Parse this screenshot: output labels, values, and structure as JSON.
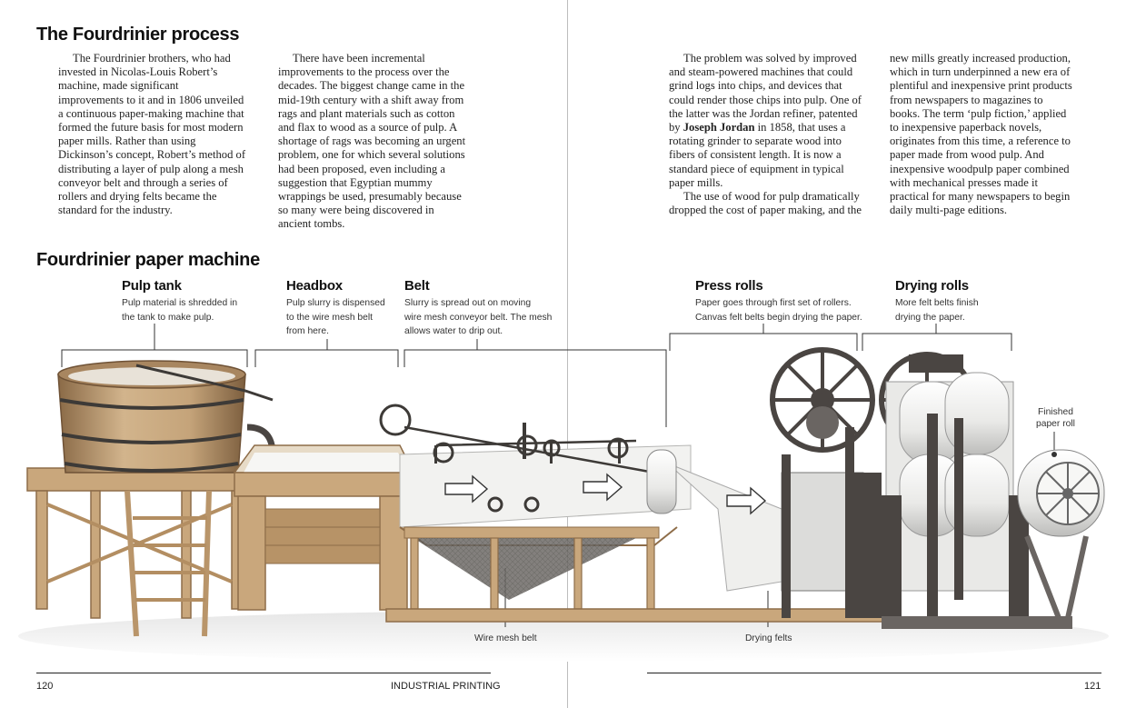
{
  "heading_process": "The Fourdrinier process",
  "heading_machine": "Fourdrinier paper machine",
  "col1": "The Fourdrinier brothers, who had invested in Nicolas-Louis Robert’s machine, made significant improvements to it and in 1806 unveiled a continuous paper-making machine that formed the future basis for most modern paper mills. Rather than using Dickinson’s concept, Robert’s method of distributing a layer of pulp along a mesh conveyor belt and through a series of rollers and drying felts became the standard for the industry.",
  "col2": "There have been incremental improvements to the process over the decades. The biggest change came in the mid-19th century with a shift away from rags and plant materials such as cotton and flax to wood as a source of pulp. A shortage of rags was becoming an urgent problem, one for which several solutions had been proposed, even including a suggestion that Egyptian mummy wrappings be used, presumably because so many were being discovered in ancient tombs.",
  "col3": {
    "p1_before": "The problem was solved by improved and steam-powered machines that could grind logs into chips, and devices that could render those chips into pulp. One of the latter was the Jordan refiner, patented by ",
    "p1_name": "Joseph Jordan",
    "p1_after": " in 1858, that uses a rotating grinder to separate wood into fibers of consistent length. It is now a standard piece of equipment in typical paper mills.",
    "p2": "The use of wood for pulp dramatically dropped the cost of paper making, and the"
  },
  "col4": "new mills greatly increased production, which in turn underpinned a new era of plentiful and inexpensive print products from newspapers to magazines to books. The term ‘pulp fiction,’ applied to inexpensive paperback novels, originates from this time, a reference to paper made from wood pulp. And inexpensive woodpulp paper combined with mechanical presses made it practical for many newspapers to begin daily multi-page editions.",
  "labels": {
    "pulp_tank": {
      "title": "Pulp tank",
      "desc": [
        "Pulp material is shredded in",
        "the tank to make pulp."
      ]
    },
    "headbox": {
      "title": "Headbox",
      "desc": [
        "Pulp slurry is dispensed",
        "to the wire mesh belt",
        "from here."
      ]
    },
    "belt": {
      "title": "Belt",
      "desc": [
        "Slurry is spread out on moving",
        "wire mesh conveyor belt. The mesh",
        "allows water to drip out."
      ]
    },
    "press_rolls": {
      "title": "Press rolls",
      "desc": [
        "Paper goes through first set of rollers.",
        "Canvas felt belts begin drying the paper."
      ]
    },
    "drying_rolls": {
      "title": "Drying rolls",
      "desc": [
        "More felt belts finish",
        "drying the paper."
      ]
    }
  },
  "callouts": {
    "finished_roll": [
      "Finished",
      "paper roll"
    ],
    "wire_mesh_belt": "Wire mesh belt",
    "drying_felts": "Drying felts"
  },
  "footer": {
    "page_left": "120",
    "section": "INDUSTRIAL PRINTING",
    "page_right": "121"
  },
  "colors": {
    "wood": "#c9a77c",
    "wood_dark": "#8e6d49",
    "iron": "#4a4542",
    "paper": "#f4f4f2"
  }
}
